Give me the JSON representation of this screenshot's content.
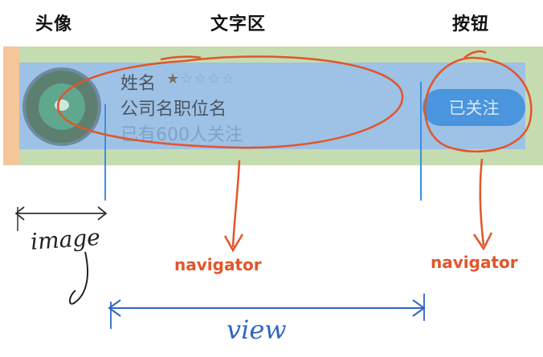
{
  "headings": {
    "avatar": "头像",
    "text_area": "文字区",
    "button": "按钮"
  },
  "card": {
    "name": "姓名",
    "stars": [
      "★",
      "☆",
      "☆",
      "☆",
      "☆"
    ],
    "company_position": "公司名职位名",
    "followers": "已有600人关注",
    "follow_button": "已关注"
  },
  "annotations": {
    "navigator_left": "navigator",
    "navigator_right": "navigator",
    "image": "image",
    "view": "view"
  },
  "colors": {
    "band": "#c5dcb0",
    "stripe": "#f5c69a",
    "card": "#9ec1e6",
    "button": "#4a95dd",
    "marker_red": "#e2552a",
    "marker_blue": "#2f66c5"
  }
}
